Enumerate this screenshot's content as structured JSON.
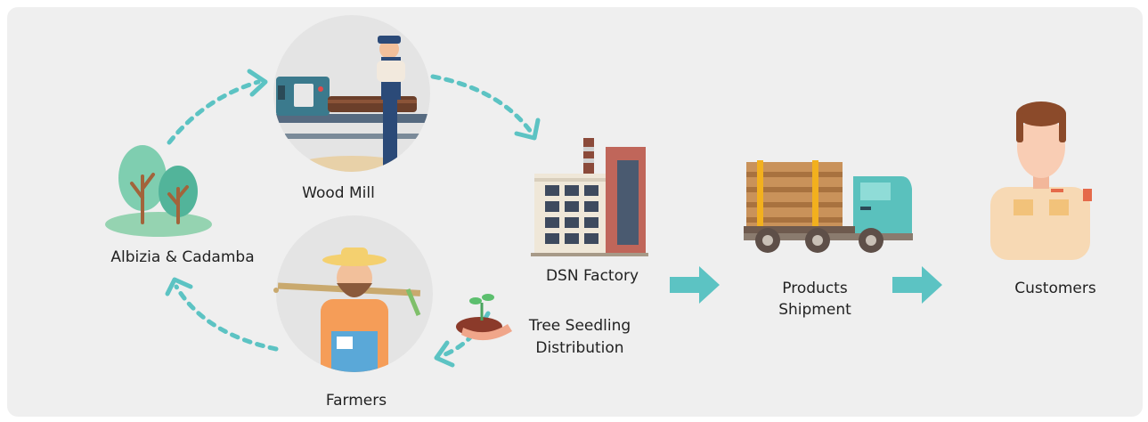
{
  "diagram": {
    "nodes": {
      "plantation": {
        "label": "Albizia & Cadamba",
        "icon": "trees-icon"
      },
      "mill": {
        "label": "Wood Mill",
        "icon": "wood-mill-worker-icon"
      },
      "factory": {
        "label": "DSN Factory",
        "icon": "factory-building-icon"
      },
      "shipment": {
        "label_line1": "Products",
        "label_line2": "Shipment",
        "icon": "timber-truck-icon"
      },
      "customers": {
        "label": "Customers",
        "icon": "customer-person-icon"
      },
      "farmers": {
        "label": "Farmers",
        "icon": "farmer-icon"
      },
      "seedlings": {
        "label_line1": "Tree Seedling",
        "label_line2": "Distribution",
        "icon": "seedling-in-hand-icon"
      }
    },
    "colors": {
      "background": "#efefef",
      "arrow": "#5cc3c3",
      "circle": "#e4e4e4",
      "text": "#222222"
    }
  }
}
